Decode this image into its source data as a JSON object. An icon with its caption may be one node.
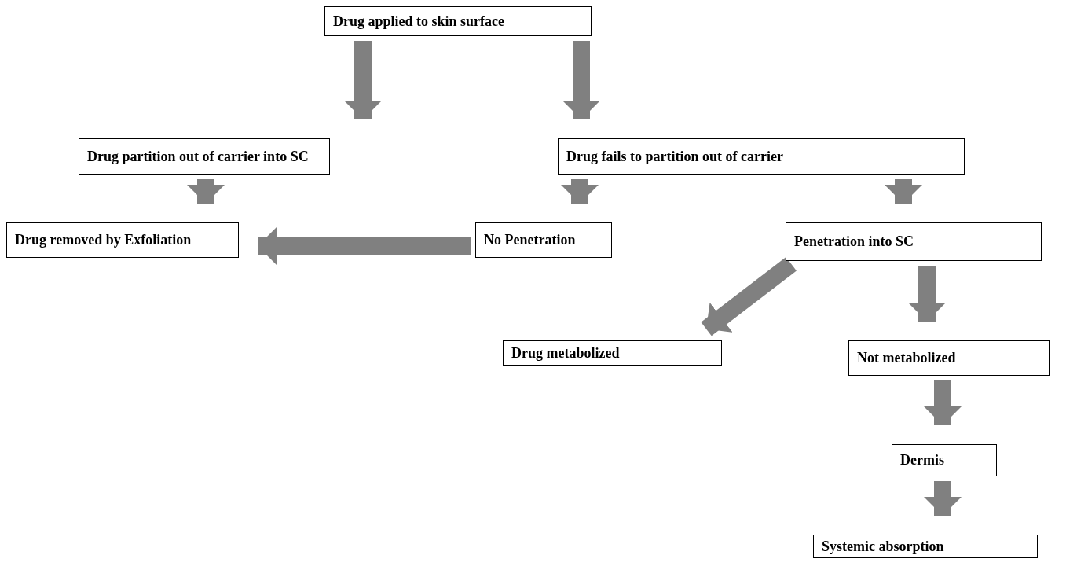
{
  "diagram": {
    "nodes": [
      {
        "text": [
          "Drug applied to skin surface"
        ]
      },
      {
        "text": [
          "Drug partition out of carrier into SC"
        ]
      },
      {
        "text": [
          "Drug fails to partition out of carrier"
        ]
      },
      {
        "text": [
          "Drug removed by Exfoliation"
        ]
      },
      {
        "text": [
          "No Penetration"
        ]
      },
      {
        "text": [
          "Penetration into SC"
        ]
      },
      {
        "text": [
          "Drug metabolized"
        ]
      },
      {
        "text": [
          "Not metabolized"
        ]
      },
      {
        "text": [
          "Dermis"
        ]
      },
      {
        "text": [
          "Systemic absorption"
        ]
      }
    ],
    "edges": [
      {
        "from": 0,
        "to": 1,
        "arrow": "to"
      },
      {
        "from": 0,
        "to": 2,
        "arrow": "to"
      },
      {
        "from": 1,
        "to": 3,
        "arrow": "to"
      },
      {
        "from": 2,
        "to": 4,
        "arrow": "to"
      },
      {
        "from": 2,
        "to": 5,
        "arrow": "to"
      },
      {
        "from": 4,
        "to": 3,
        "arrow": "to"
      },
      {
        "from": 5,
        "to": 6,
        "arrow": "to"
      },
      {
        "from": 5,
        "to": 7,
        "arrow": "to"
      },
      {
        "from": 7,
        "to": 8,
        "arrow": "to"
      },
      {
        "from": 8,
        "to": 9,
        "arrow": "to"
      }
    ]
  }
}
